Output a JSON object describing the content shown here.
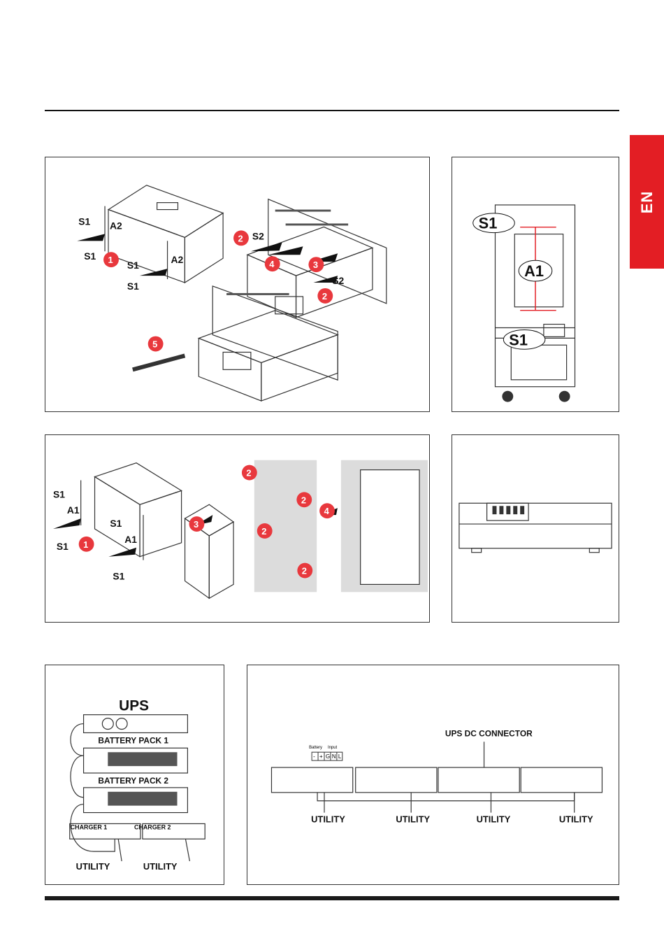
{
  "language_tab": "EN",
  "colors": {
    "accent_red": "#e31e24",
    "step_badge": "#e8383d",
    "line": "#333333"
  },
  "fig1": {
    "labels": {
      "s1": "S1",
      "a2": "A2",
      "s2": "S2"
    },
    "steps": [
      "1",
      "2",
      "3",
      "4",
      "5"
    ]
  },
  "fig2": {
    "labels": {
      "s1": "S1",
      "a1": "A1"
    }
  },
  "fig3": {
    "labels": {
      "s1": "S1",
      "a1": "A1"
    },
    "steps": [
      "1",
      "2",
      "3",
      "4"
    ]
  },
  "fig5": {
    "title": "UPS",
    "battery_pack_1": "BATTERY PACK 1",
    "battery_pack_2": "BATTERY PACK 2",
    "charger_1": "CHARGER 1",
    "charger_2": "CHARGER 2",
    "utility": "UTILITY"
  },
  "fig6": {
    "connector_label": "UPS DC CONNECTOR",
    "battery_label": "Battery",
    "input_label": "Input",
    "terminal_symbols": [
      "-",
      "+",
      "G",
      "N",
      "L"
    ],
    "utility": "UTILITY"
  }
}
